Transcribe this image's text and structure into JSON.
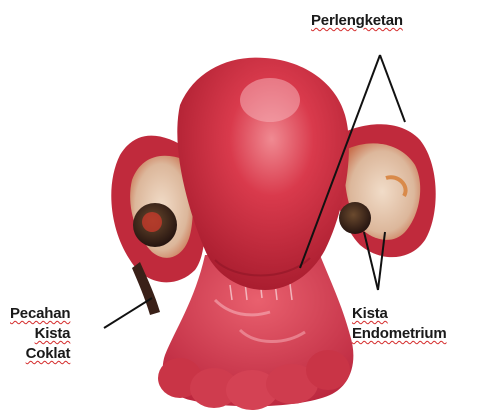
{
  "labels": {
    "perlengketan": "Perlengketan",
    "kista_endometrium": {
      "line1": "Kista",
      "line2": "Endometrium"
    },
    "pecahan_kista_coklat": {
      "line1": "Pecahan",
      "line2": "Kista",
      "line3": "Coklat"
    }
  },
  "colors": {
    "uterus": "#c8263a",
    "uterus_highlight": "#e9707c",
    "ovary_tissue": "#e8c9b0",
    "cyst_dark": "#3a2018",
    "leader_line": "#111111",
    "spellcheck_underline": "#d42a2a"
  }
}
